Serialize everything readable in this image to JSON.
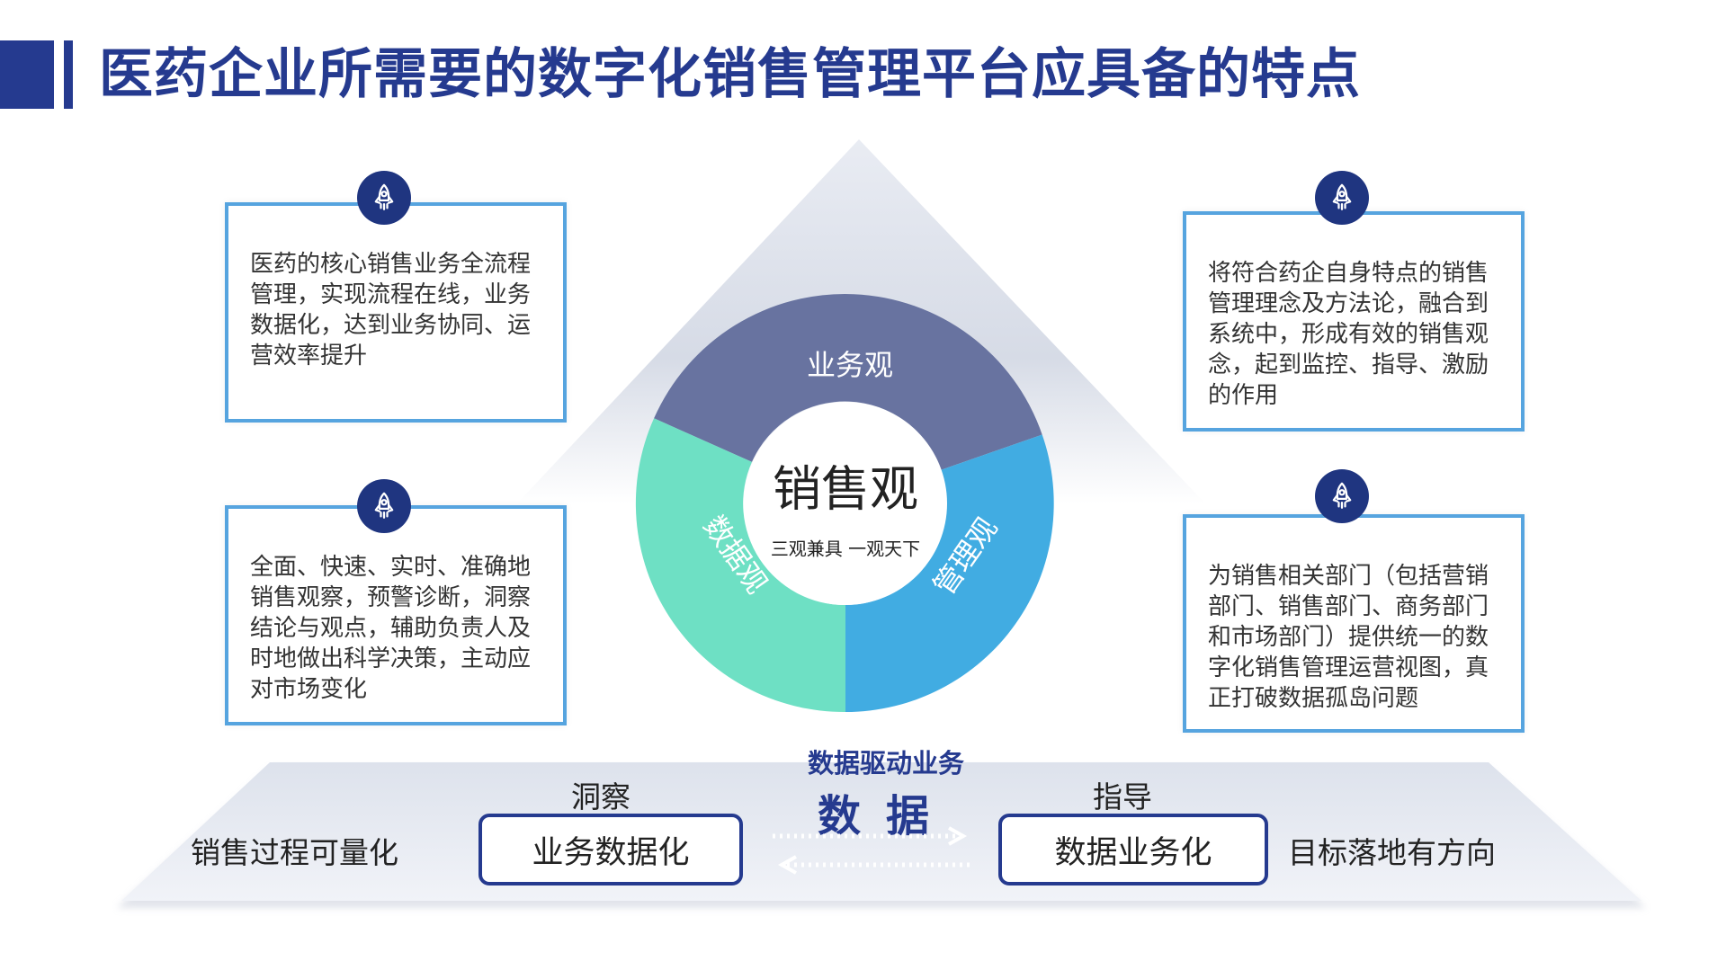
{
  "header": {
    "title": "医药企业所需要的数字化销售管理平台应具备的特点"
  },
  "colors": {
    "brand": "#253a8f",
    "card_border": "#56a4df",
    "badge": "#1f3580",
    "segment_business": "#6873a0",
    "segment_data": "#6ee0c4",
    "segment_management": "#41ace2"
  },
  "cards": {
    "top_left": "医药的核心销售业务全流程管理，实现流程在线，业务数据化，达到业务协同、运营效率提升",
    "bottom_left": "全面、快速、实时、准确地销售观察，预警诊断，洞察结论与观点，辅助负责人及时地做出科学决策，主动应对市场变化",
    "top_right": "将符合药企自身特点的销售管理理念及方法论，融合到系统中，形成有效的销售观念，起到监控、指导、激励的作用",
    "bottom_right": "为销售相关部门（包括营销部门、销售部门、商务部门和市场部门）提供统一的数字化销售管理运营视图，真正打破数据孤岛问题"
  },
  "ring": {
    "center_title": "销售观",
    "center_subtitle": "三观兼具 一观天下",
    "segments": [
      "业务观",
      "数据观",
      "管理观"
    ]
  },
  "bottom": {
    "left_outer": "销售过程可量化",
    "left_caption": "洞察",
    "left_pill": "业务数据化",
    "middle_top": "数据驱动业务",
    "middle_big": "数据",
    "right_caption": "指导",
    "right_pill": "数据业务化",
    "right_outer": "目标落地有方向"
  },
  "icons": {
    "card_badge": "rocket-icon",
    "arrow_right": "dotted-arrow-right-icon",
    "arrow_left": "dotted-arrow-left-icon"
  }
}
